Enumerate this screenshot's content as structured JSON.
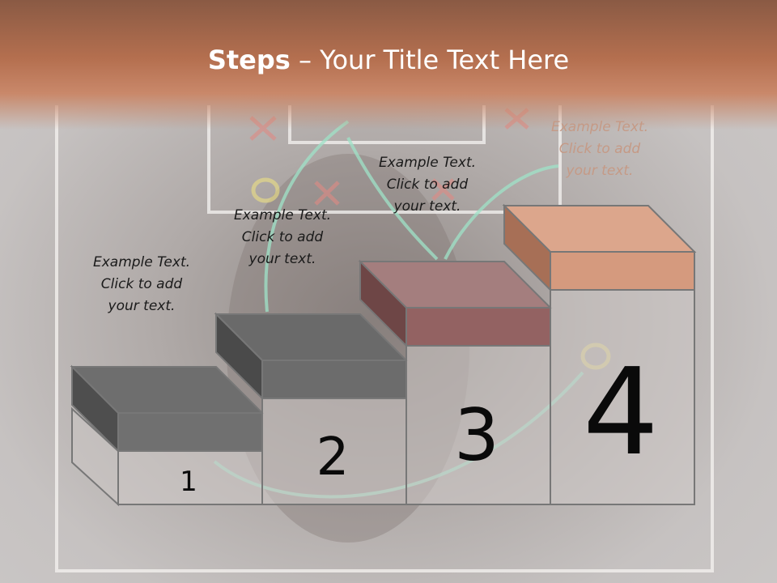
{
  "slide": {
    "title_bold": "Steps",
    "title_rest": " – Your Title Text Here"
  },
  "steps": [
    {
      "number": "1",
      "caption": [
        "Example Text.",
        "Click  to add",
        "your text."
      ],
      "colors": {
        "top": "#6e6e6e",
        "front": "#707070",
        "side": "#4e4e4e"
      }
    },
    {
      "number": "2",
      "caption": [
        "Example Text.",
        "Click  to add",
        "your text."
      ],
      "colors": {
        "top": "#6a6a6a",
        "front": "#6c6c6c",
        "side": "#4a4a4a"
      }
    },
    {
      "number": "3",
      "caption": [
        "Example Text.",
        "Click  to add",
        "your text."
      ],
      "colors": {
        "top": "#a47e7e",
        "front": "#936262",
        "side": "#6e4646"
      }
    },
    {
      "number": "4",
      "caption": [
        "Example Text.",
        "Click  to add",
        "your text."
      ],
      "colors": {
        "top": "#dca68c",
        "front": "#d59a7e",
        "side": "#a76f56"
      }
    }
  ]
}
